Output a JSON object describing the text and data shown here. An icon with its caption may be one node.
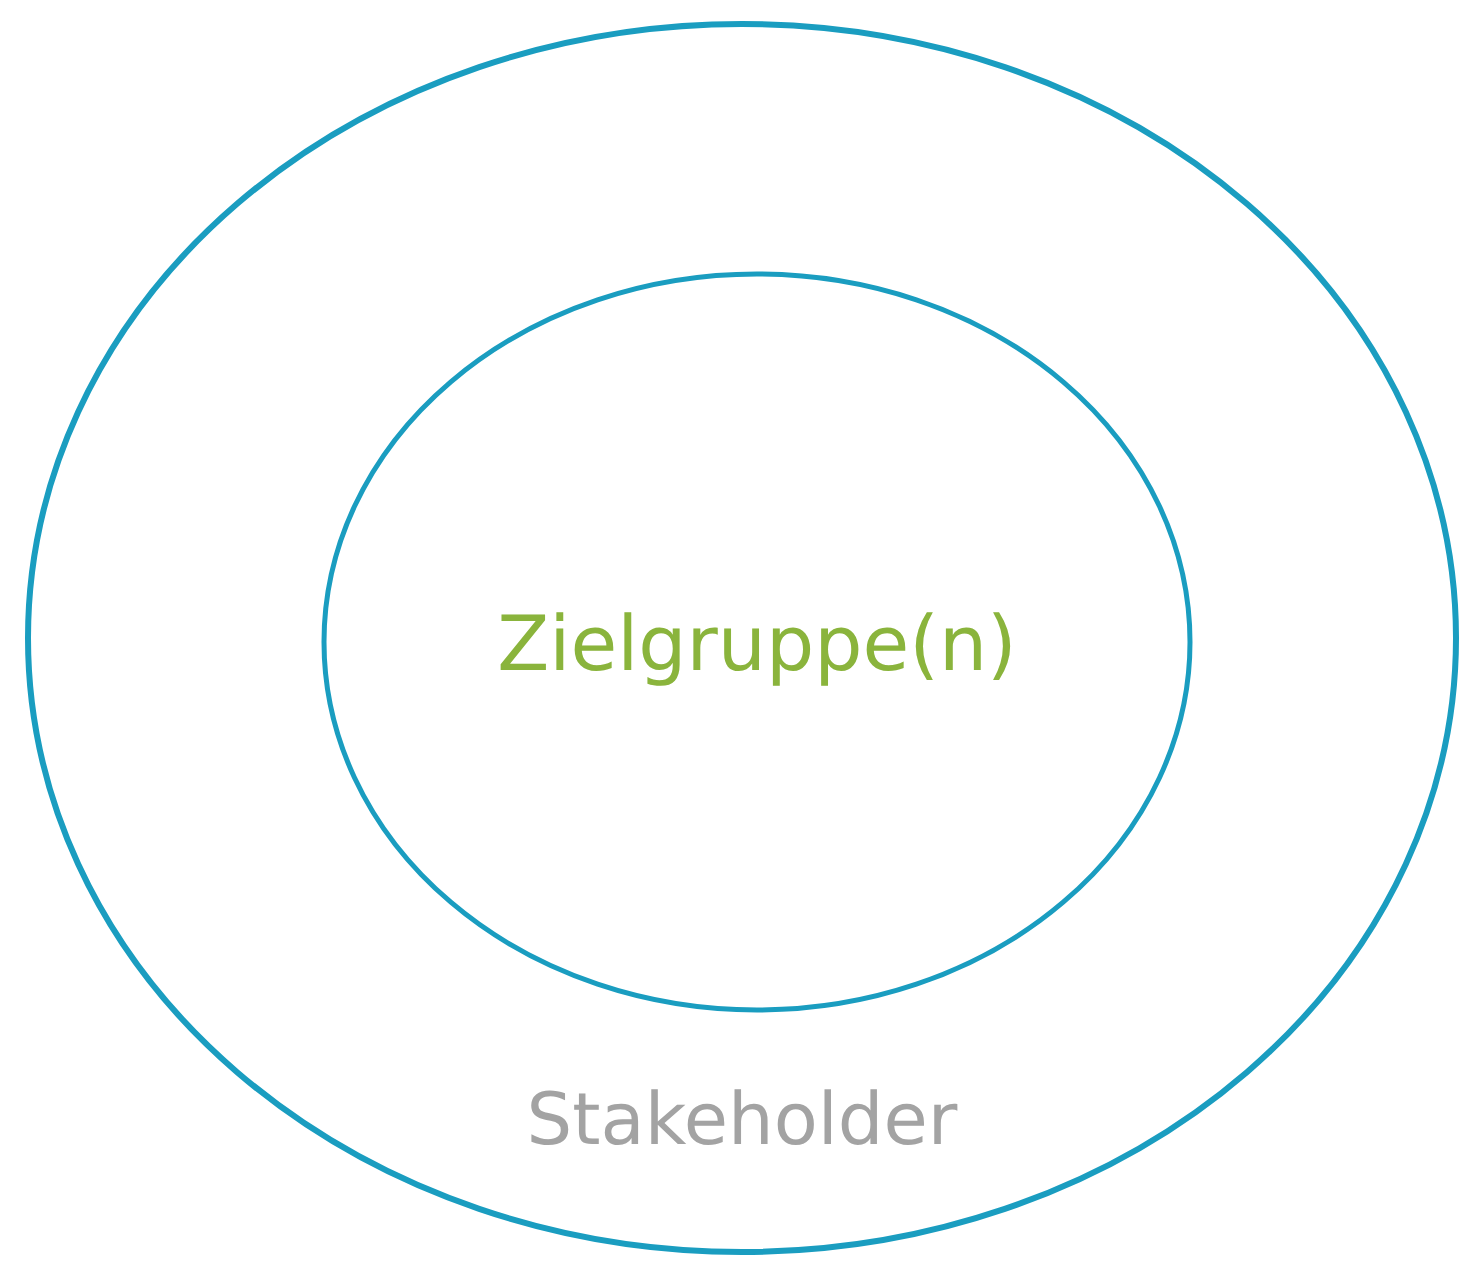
{
  "diagram": {
    "nodes": [
      {
        "text": [
          "Stakeholder"
        ]
      },
      {
        "text": [
          "Zielgruppe(n)"
        ],
        "in": 0
      }
    ]
  }
}
